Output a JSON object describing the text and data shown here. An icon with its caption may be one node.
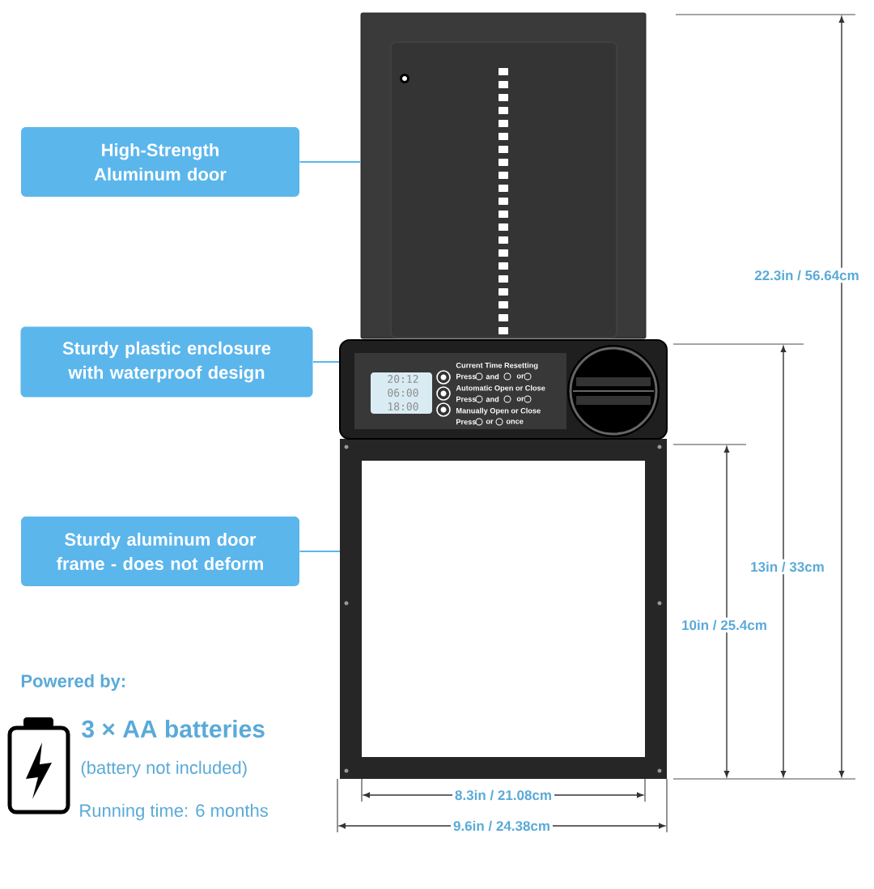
{
  "diagram": {
    "nodes": [
      {
        "text": [
          "High-Strength Aluminum door"
        ]
      },
      {
        "text": [
          "Sturdy plastic enclosure with waterproof design"
        ]
      },
      {
        "text": [
          "Sturdy aluminum door frame - does not deform"
        ]
      },
      {
        "text": [],
        "shape": "box"
      },
      {
        "text": [],
        "shape": "box"
      },
      {
        "text": [],
        "shape": "box"
      }
    ],
    "edges": [
      {
        "from": 0,
        "to": 3,
        "arrow": "none"
      },
      {
        "from": 1,
        "to": 4,
        "arrow": "none"
      },
      {
        "from": 2,
        "to": 5,
        "arrow": "none"
      }
    ],
    "labels": [
      "22.3in / 56.64cm",
      "20:12",
      "06:00",
      "18:00",
      "Current Time Resetting",
      "Press",
      "and",
      "or",
      "Automatic Open or Close",
      "Press",
      "and",
      "or",
      "Manually Open or Close",
      "Press",
      "or",
      "once",
      "13in / 33cm",
      "10in / 25.4cm",
      "Powered by:",
      "3 × AA batteries",
      "(battery not included)",
      "8.3in / 21.08cm",
      "Running time: 6 months",
      "9.6in / 24.38cm"
    ]
  }
}
